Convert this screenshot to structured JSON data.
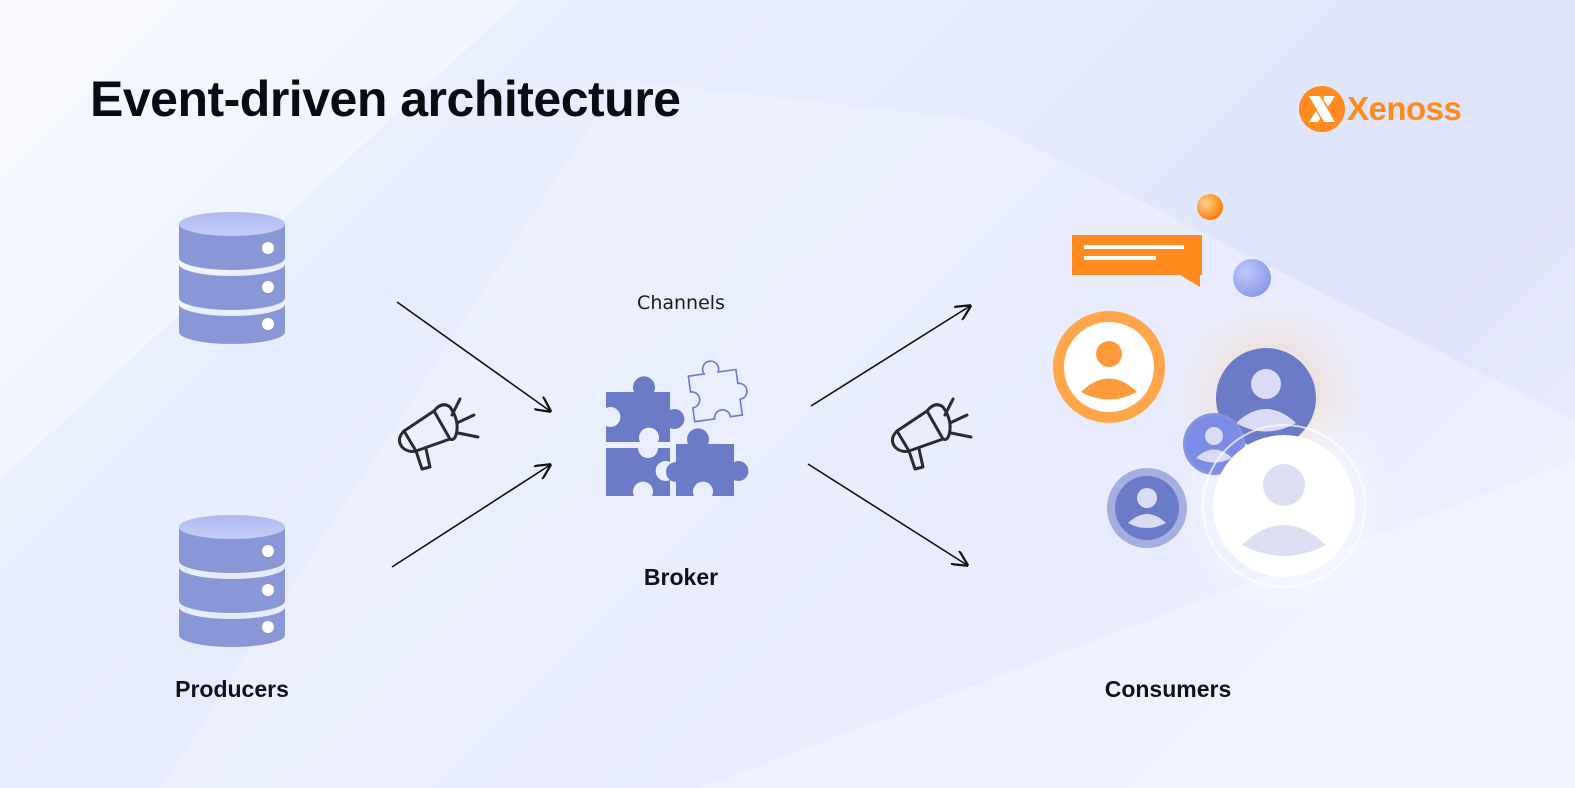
{
  "title": "Event-driven architecture",
  "logo": {
    "text": "Xenoss",
    "mark_icon": "xenoss-logo-icon",
    "color": "#ff8a1d"
  },
  "labels": {
    "producers": "Producers",
    "channels": "Channels",
    "broker": "Broker",
    "consumers": "Consumers"
  },
  "icons": {
    "producer_1": "database-icon",
    "producer_2": "database-icon",
    "announce_left": "megaphone-icon",
    "announce_right": "megaphone-icon",
    "broker": "puzzle-pieces-icon",
    "consumers": "users-group-icon",
    "chat": "chat-bubble-icon"
  },
  "colors": {
    "primary": "#6b7bc7",
    "accent": "#ff8a1d",
    "background": "#e6ebfd",
    "text": "#0b0b14"
  }
}
